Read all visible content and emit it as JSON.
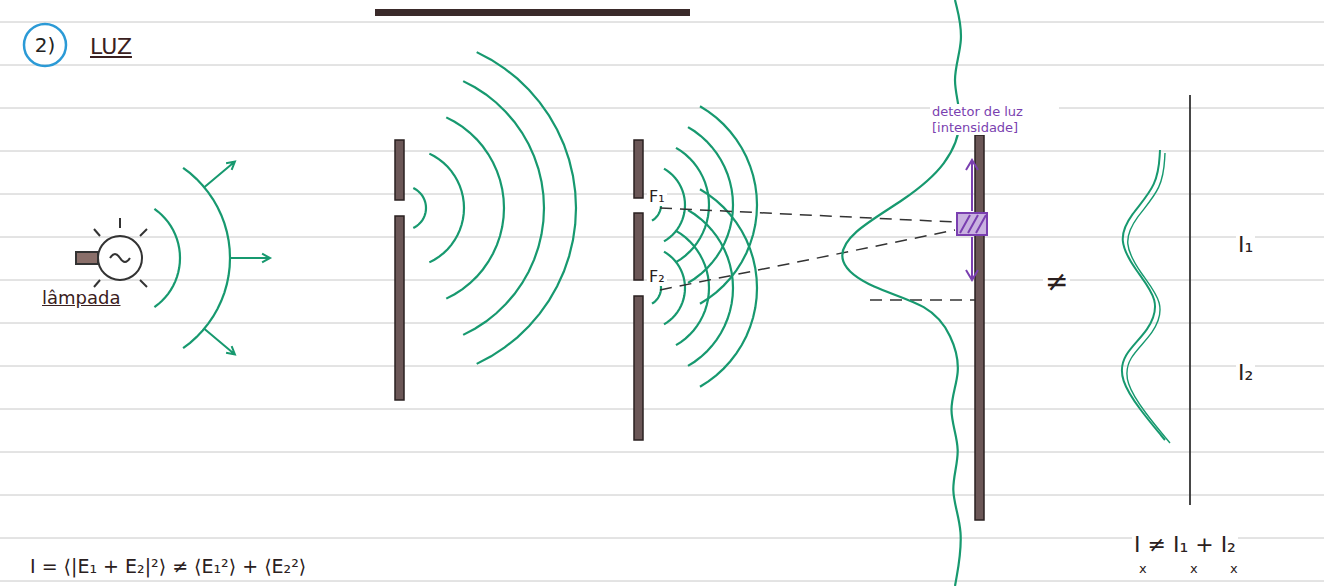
{
  "diagram": {
    "title": "LUZ",
    "nodes": [
      {
        "text": [
          "2)"
        ]
      }
    ],
    "labels": [
      "lâmpada",
      "F₁",
      "F₂",
      "detetor de luz [intensidade]",
      "≠",
      "I₁",
      "I₂",
      "I ≠ I₁ + I₂",
      "x",
      "x",
      "x",
      "I = ⟨|E₁ + E₂|²⟩ ≠ ⟨E₁²⟩ + ⟨E₂²⟩"
    ]
  }
}
